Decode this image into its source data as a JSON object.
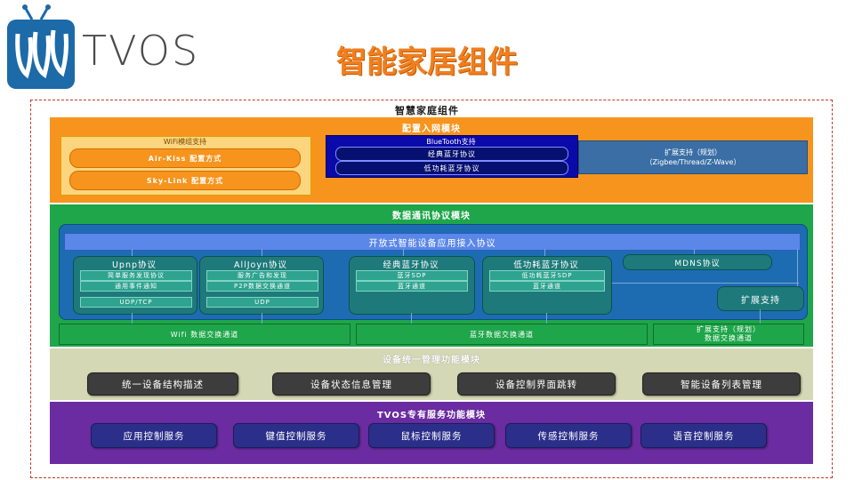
{
  "logo": {
    "text": "TVOS"
  },
  "slide_title": "智能家居组件",
  "outer_title": "智慧家庭组件",
  "network_module": {
    "title": "配置入网模块",
    "wifi": {
      "title": "WiFi模组支持",
      "items": [
        "Air-Kiss 配置方式",
        "Sky-Link 配置方式"
      ]
    },
    "bluetooth": {
      "title": "BlueTooth支持",
      "items": [
        "经典蓝牙协议",
        "低功耗蓝牙协议"
      ]
    },
    "extension": {
      "line1": "扩展支持（规划）",
      "line2": "（Zigbee/Thread/Z-Wave）"
    }
  },
  "data_module": {
    "title": "数据通讯协议模块",
    "open_protocol": "开放式智能设备应用接入协议",
    "protocols": [
      {
        "title": "Upnp协议",
        "items": [
          "简单服务发现协议",
          "通用事件通知"
        ],
        "transport": "UDP/TCP"
      },
      {
        "title": "AllJoyn协议",
        "items": [
          "服务广告和发现",
          "P2P数据交换通道"
        ],
        "transport": "UDP"
      },
      {
        "title": "经典蓝牙协议",
        "items": [
          "蓝牙SDP",
          "蓝牙通道"
        ]
      },
      {
        "title": "低功耗蓝牙协议",
        "items": [
          "低功耗蓝牙SDP",
          "蓝牙通道"
        ]
      }
    ],
    "mdns": "MDNS协议",
    "ext_support": "扩展支持",
    "channels": {
      "wifi": "Wifi 数据交换通道",
      "bt": "蓝牙数据交换通道",
      "ext_line1": "扩展支持（规划）",
      "ext_line2": "数据交换通道"
    }
  },
  "mgmt_module": {
    "title": "设备统一管理功能模块",
    "items": [
      "统一设备结构描述",
      "设备状态信息管理",
      "设备控制界面跳转",
      "智能设备列表管理"
    ]
  },
  "tvos_module": {
    "title": "TVOS专有服务功能模块",
    "items": [
      "应用控制服务",
      "键值控制服务",
      "鼠标控制服务",
      "传感控制服务",
      "语音控制服务"
    ]
  },
  "colors": {
    "title_orange": "#f07f1f",
    "network_orange": "#f7941d",
    "data_green": "#1fa64a",
    "panel_blue": "#1d6cb2",
    "mgmt_khaki": "#d5d8b4",
    "tvos_purple": "#6a2ca0"
  }
}
